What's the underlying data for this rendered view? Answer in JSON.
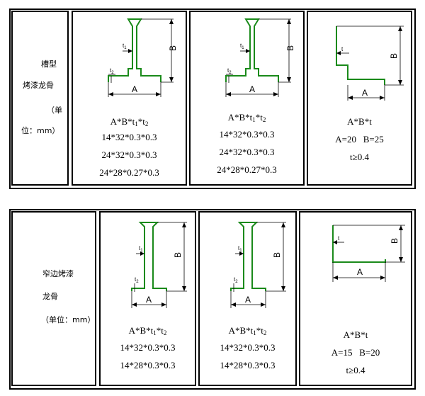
{
  "row1": {
    "label": [
      "槽型",
      "烤漆龙骨",
      "（单",
      "位：mm）"
    ],
    "panels": [
      {
        "formula_base": "A*B*t",
        "s1": "1",
        "s2": "2",
        "sep": "*t",
        "specs": [
          "14*32*0.3*0.3",
          "24*32*0.3*0.3",
          "24*28*0.27*0.3"
        ],
        "dim_a": "A",
        "dim_b": "B",
        "t1": "t",
        "t2": "t"
      },
      {
        "formula_base": "A*B*t",
        "s1": "1",
        "s2": "2",
        "sep": "*t",
        "specs": [
          "14*32*0.3*0.3",
          "24*32*0.3*0.3",
          "24*28*0.27*0.3"
        ],
        "dim_a": "A",
        "dim_b": "B",
        "t1": "t",
        "t2": "t"
      },
      {
        "formula": "A*B*t",
        "a_val": "A=20",
        "b_val": "B=25",
        "t_val": "t≥0.4",
        "dim_a": "A",
        "dim_b": "B",
        "t": "t"
      }
    ]
  },
  "row2": {
    "label": [
      "窄边烤漆",
      "龙骨",
      "（单位：mm）"
    ],
    "panels": [
      {
        "formula_base": "A*B*t",
        "s1": "1",
        "s2": "2",
        "sep": "*t",
        "specs": [
          "14*32*0.3*0.3",
          "14*28*0.3*0.3"
        ],
        "dim_a": "A",
        "dim_b": "B",
        "t1": "t",
        "t2": "t"
      },
      {
        "formula_base": "A*B*t",
        "s1": "1",
        "s2": "2",
        "sep": "*t",
        "specs": [
          "14*32*0.3*0.3",
          "14*28*0.3*0.3"
        ],
        "dim_a": "A",
        "dim_b": "B",
        "t1": "t",
        "t2": "t"
      },
      {
        "formula": "A*B*t",
        "a_val": "A=15",
        "b_val": "B=20",
        "t_val": "t≥0.4",
        "dim_a": "A",
        "dim_b": "B",
        "t": "t"
      }
    ]
  }
}
